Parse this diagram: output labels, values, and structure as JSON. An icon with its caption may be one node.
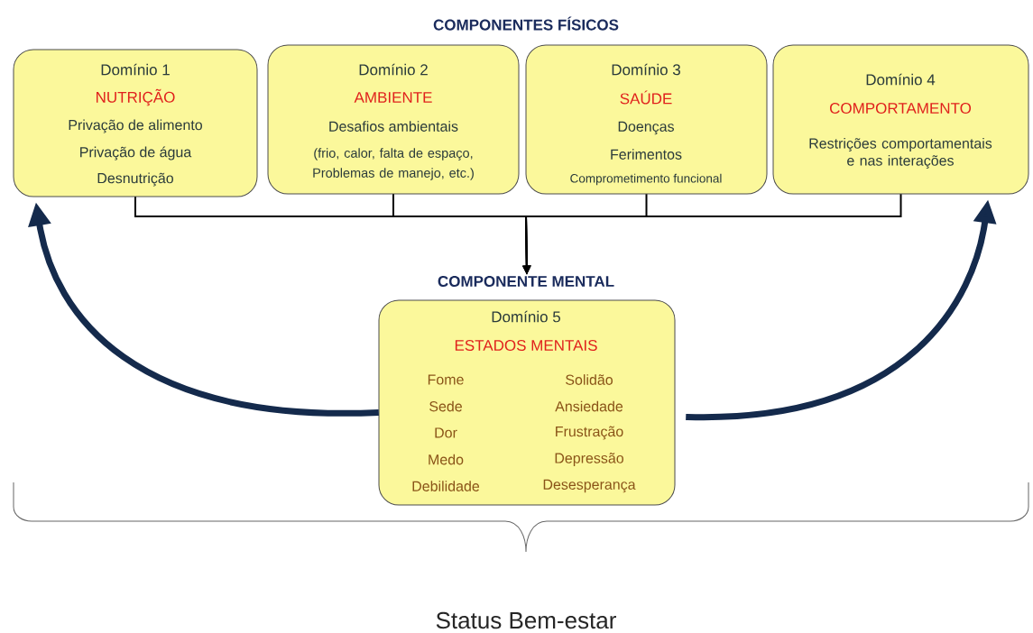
{
  "diagram": {
    "title": "COMPONENTES FÍSICOS",
    "nodes": [
      {
        "text": [
          "Domínio 1",
          "NUTRIÇÃO",
          "Privação de alimento",
          "Privação de água",
          "Desnutrição"
        ]
      },
      {
        "text": [
          "Domínio 2",
          "AMBIENTE",
          "Desafios ambientais",
          "(frio, calor, falta de espaço, Problemas de manejo, etc.)"
        ]
      },
      {
        "text": [
          "Domínio  3",
          "SAÚDE",
          "Doenças",
          "Ferimentos",
          "Comprometimento funcional"
        ]
      },
      {
        "text": [
          "Domínio 4",
          "COMPORTAMENTO",
          "Restrições comportamentais e nas interações"
        ]
      },
      {
        "text": [
          "COMPONENTE MENTAL",
          "Domínio 5",
          "ESTADOS MENTAIS",
          "Fome",
          "Sede",
          "Dor",
          "Medo",
          "Debilidade",
          "Solidão",
          "Ansiedade",
          "Frustração",
          "Depressão",
          "Desesperança"
        ]
      }
    ],
    "edges": [
      {
        "from": 0,
        "to": 4,
        "arrow": "to"
      },
      {
        "from": 1,
        "to": 4,
        "arrow": "to"
      },
      {
        "from": 2,
        "to": 4,
        "arrow": "to"
      },
      {
        "from": 3,
        "to": 4,
        "arrow": "to"
      },
      {
        "from": 4,
        "to": 0,
        "arrow": "to",
        "style": "thick",
        "color": "#142a4c"
      },
      {
        "from": 4,
        "to": 3,
        "arrow": "to",
        "style": "thick",
        "color": "#142a4c"
      }
    ],
    "labels": [
      "Status Bem-estar"
    ]
  }
}
